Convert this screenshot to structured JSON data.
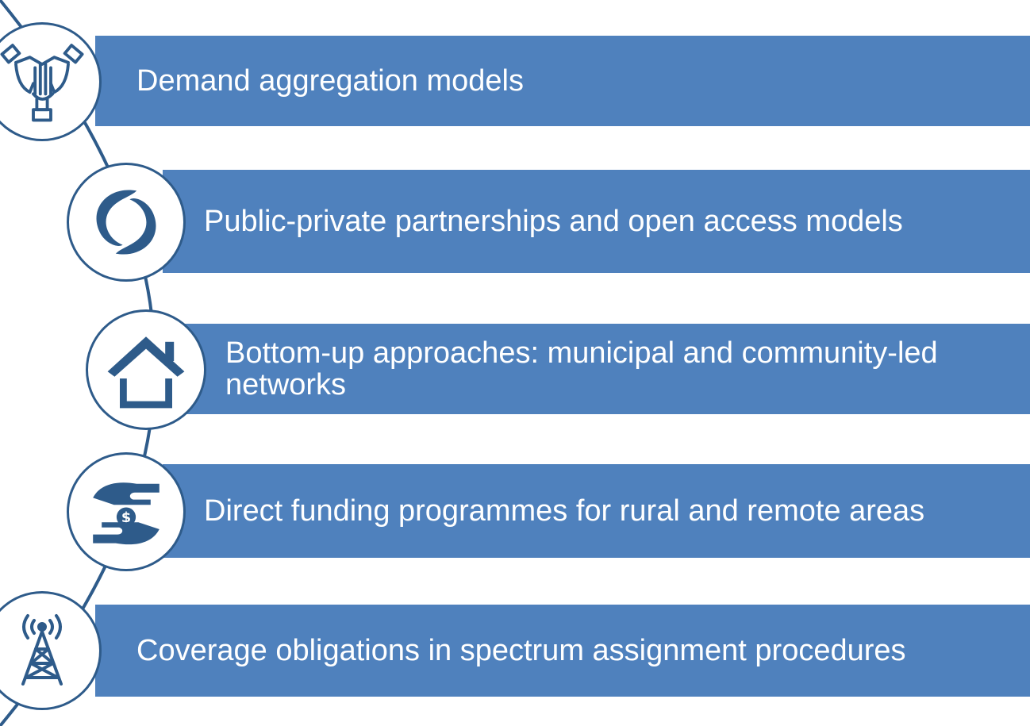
{
  "items": [
    {
      "label": "Demand aggregation models",
      "icon": "handshake-hands-icon"
    },
    {
      "label": "Public-private partnerships and open access models",
      "icon": "swirl-logo-icon"
    },
    {
      "label": "Bottom-up approaches: municipal and community-led networks",
      "icon": "house-icon"
    },
    {
      "label": "Direct funding programmes for rural and remote areas",
      "icon": "hands-money-icon"
    },
    {
      "label": "Coverage obligations in spectrum assignment procedures",
      "icon": "antenna-tower-icon"
    }
  ],
  "colors": {
    "bar": "#4f81bd",
    "icon": "#2e5b8a",
    "connector": "#2e5b8a",
    "text": "#ffffff"
  }
}
